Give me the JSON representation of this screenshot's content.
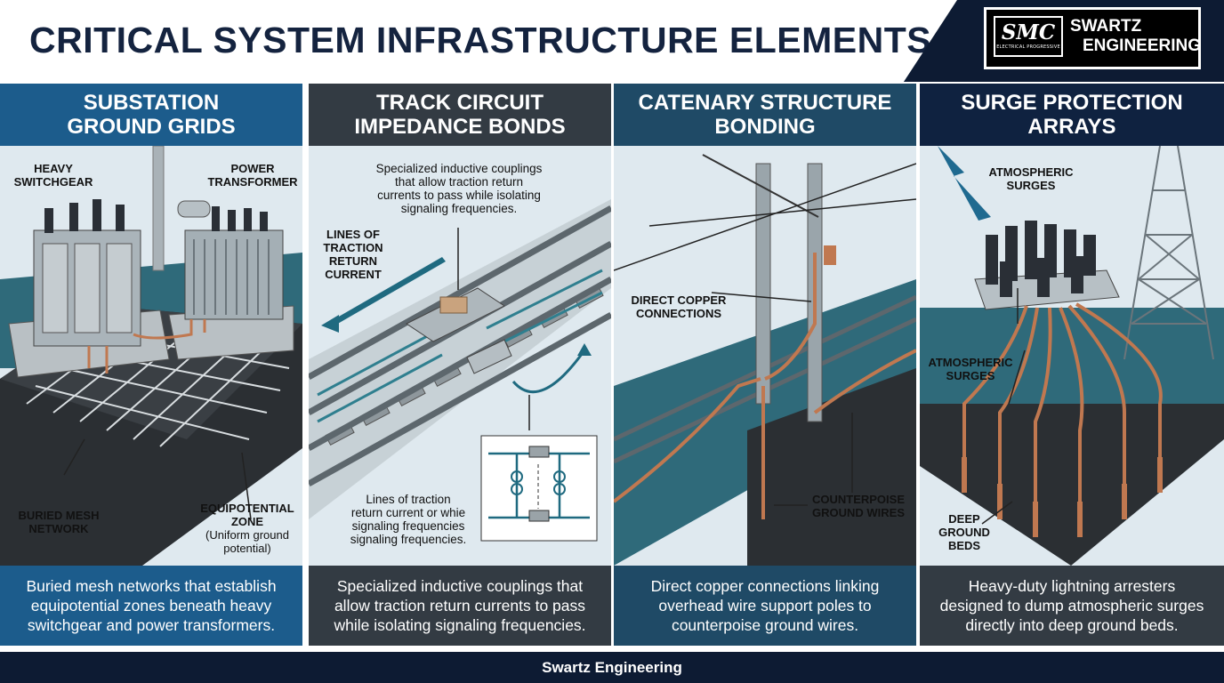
{
  "header": {
    "title": "CRITICAL SYSTEM INFRASTRUCTURE ELEMENTS",
    "logo": {
      "initials": "SMC",
      "tagline": "ELECTRICAL PROGRESSIVE",
      "name_line1": "SWARTZ",
      "name_line2": "ENGINEERING"
    }
  },
  "panels": [
    {
      "title_line1": "SUBSTATION",
      "title_line2": "GROUND GRIDS",
      "labels": {
        "heavy_switchgear_1": "HEAVY",
        "heavy_switchgear_2": "SWITCHGEAR",
        "power_transformer_1": "POWER",
        "power_transformer_2": "TRANSFORMER",
        "buried_mesh_1": "BURIED MESH",
        "buried_mesh_2": "NETWORK",
        "equipotential_1": "EQUIPOTENTIAL",
        "equipotential_2": "ZONE",
        "equipotential_3": "(Uniform ground",
        "equipotential_4": "potential)"
      },
      "description": [
        "Buried mesh networks that establish",
        "equipotential zones beneath heavy",
        "switchgear and power transformers."
      ]
    },
    {
      "title_line1": "TRACK CIRCUIT",
      "title_line2": "IMPEDANCE BONDS",
      "labels": {
        "note_1": "Specialized inductive couplings",
        "note_2": "that allow traction return",
        "note_3": "currents to pass while isolating",
        "note_4": "signaling frequencies.",
        "lines_1": "LINES OF",
        "lines_2": "TRACTION",
        "lines_3": "RETURN",
        "lines_4": "CURRENT",
        "lower_1": "Lines of traction",
        "lower_2": "return current or whie",
        "lower_3": "signaling frequencies",
        "lower_4": "signaling frequencies."
      },
      "description": [
        "Specialized inductive couplings that",
        "allow traction return currents to pass",
        "while isolating signaling frequencies."
      ]
    },
    {
      "title_line1": "CATENARY STRUCTURE",
      "title_line2": "BONDING",
      "labels": {
        "direct_1": "DIRECT COPPER",
        "direct_2": "CONNECTIONS",
        "counter_1": "COUNTERPOISE",
        "counter_2": "GROUND WIRES"
      },
      "description": [
        "Direct copper connections linking",
        "overhead wire support poles to",
        "counterpoise ground wires."
      ]
    },
    {
      "title_line1": "SURGE PROTECTION",
      "title_line2": "ARRAYS",
      "labels": {
        "atmo_top_1": "ATMOSPHERIC",
        "atmo_top_2": "SURGES",
        "atmo_mid_1": "ATMOSPHERIC",
        "atmo_mid_2": "SURGES",
        "deep_1": "DEEP",
        "deep_2": "GROUND",
        "deep_3": "BEDS"
      },
      "description": [
        "Heavy-duty lightning arresters",
        "designed to dump atmospheric surges",
        "directly into deep ground beds."
      ]
    }
  ],
  "footer": {
    "text": "Swartz Engineering"
  },
  "colors": {
    "navy": "#0d1b33",
    "panel_blue": "#1c5c8c",
    "panel_charcoal": "#333b43",
    "panel_teal": "#1f4a66",
    "panel_navy": "#0f2240",
    "ground_teal": "#2f6a7a",
    "copper": "#c07850",
    "art_background": "#dfe9ef"
  }
}
